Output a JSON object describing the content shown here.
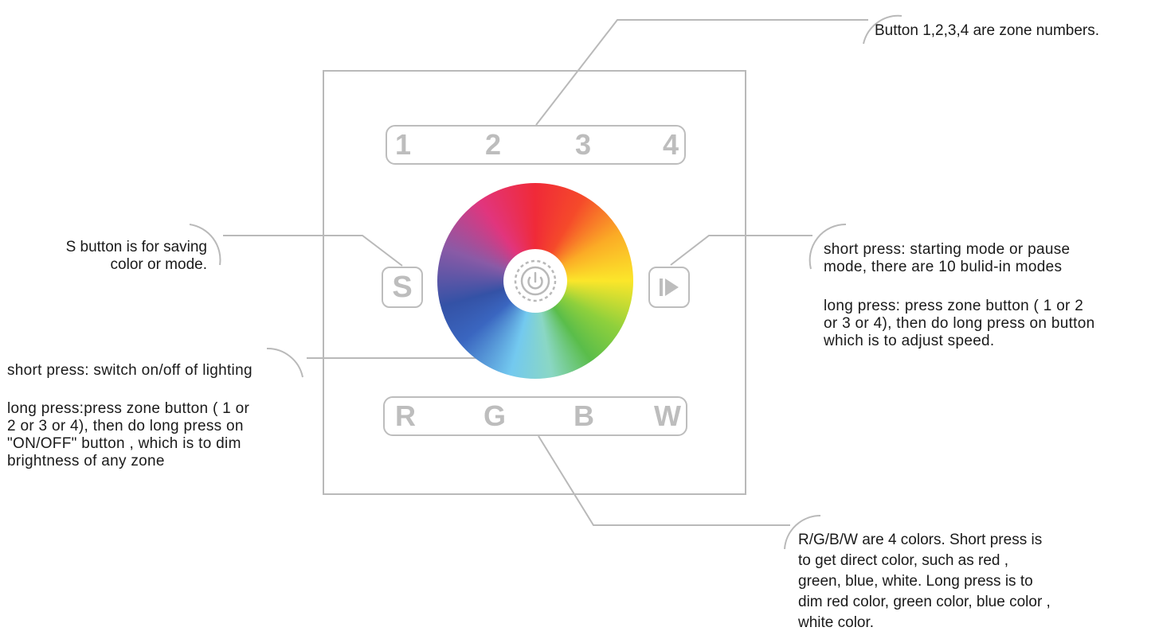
{
  "zone_buttons": [
    "1",
    "2",
    "3",
    "4"
  ],
  "color_buttons": [
    "R",
    "G",
    "B",
    "W"
  ],
  "save_button": "S",
  "mode_button_icon": "play-pause-icon",
  "power_button_icon": "power-dial-icon",
  "annotations": {
    "zones": "Button 1,2,3,4 are zone numbers.",
    "save": "S button is for saving\ncolor or mode.",
    "mode_short": "short press: starting mode or pause\nmode, there are 10 bulid-in modes",
    "mode_long": "long press: press zone button ( 1 or 2\nor 3 or 4), then do long press on button\nwhich is to adjust speed.",
    "power_short": "short press: switch on/off of lighting",
    "power_long": "long press:press zone button ( 1 or\n2 or 3 or 4), then do long press on\n\"ON/OFF\" button , which is to dim\nbrightness of any zone",
    "colors": "R/G/B/W are 4 colors. Short press is\nto get direct color, such as red ,\ngreen, blue, white. Long press is to\ndim red color, green color, blue color ,\nwhite color."
  }
}
